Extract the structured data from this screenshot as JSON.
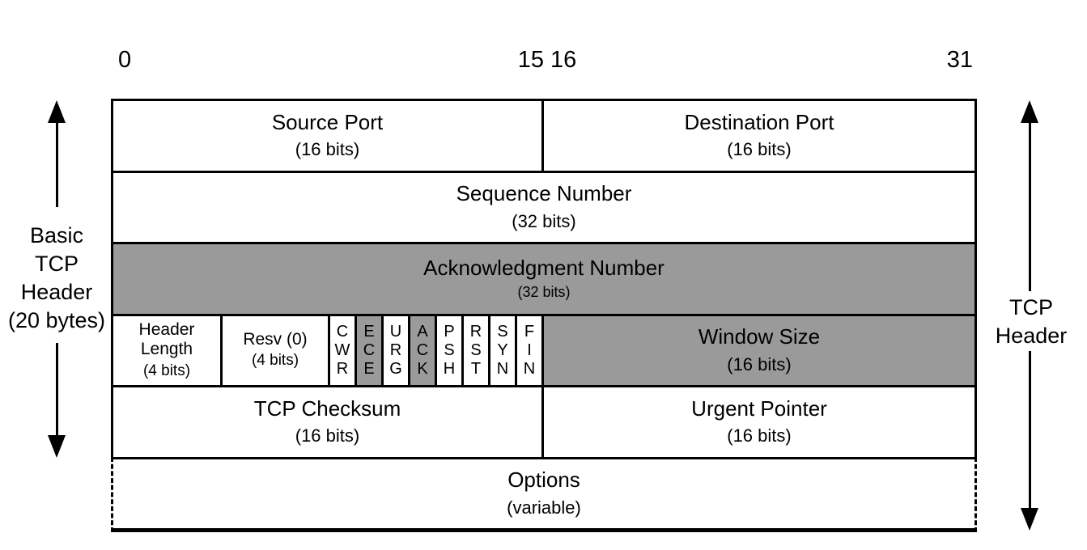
{
  "colors": {
    "shaded": "#9a9a9a",
    "background": "#ffffff",
    "line": "#000000"
  },
  "bit_scale": {
    "left": "0",
    "middle": "15 16",
    "right": "31"
  },
  "side_labels": {
    "basic": "Basic\nTCP\nHeader\n(20 bytes)",
    "full": "TCP\nHeader"
  },
  "fields": {
    "source_port": {
      "title": "Source Port",
      "size": "(16 bits)"
    },
    "destination_port": {
      "title": "Destination Port",
      "size": "(16 bits)"
    },
    "sequence_number": {
      "title": "Sequence Number",
      "size": "(32 bits)"
    },
    "acknowledgment_number": {
      "title": "Acknowledgment Number",
      "size": "(32 bits)",
      "shaded": true
    },
    "header_length": {
      "title": "Header\nLength",
      "size": "(4 bits)"
    },
    "reserved": {
      "title": "Resv (0)",
      "size": "(4 bits)"
    },
    "flags": [
      {
        "label": "CWR",
        "shaded": false
      },
      {
        "label": "ECE",
        "shaded": true
      },
      {
        "label": "URG",
        "shaded": false
      },
      {
        "label": "ACK",
        "shaded": true
      },
      {
        "label": "PSH",
        "shaded": false
      },
      {
        "label": "RST",
        "shaded": false
      },
      {
        "label": "SYN",
        "shaded": false
      },
      {
        "label": "FIN",
        "shaded": false
      }
    ],
    "window_size": {
      "title": "Window Size",
      "size": "(16 bits)",
      "shaded": true
    },
    "tcp_checksum": {
      "title": "TCP Checksum",
      "size": "(16 bits)"
    },
    "urgent_pointer": {
      "title": "Urgent Pointer",
      "size": "(16 bits)"
    },
    "options": {
      "title": "Options",
      "size": "(variable)"
    }
  }
}
